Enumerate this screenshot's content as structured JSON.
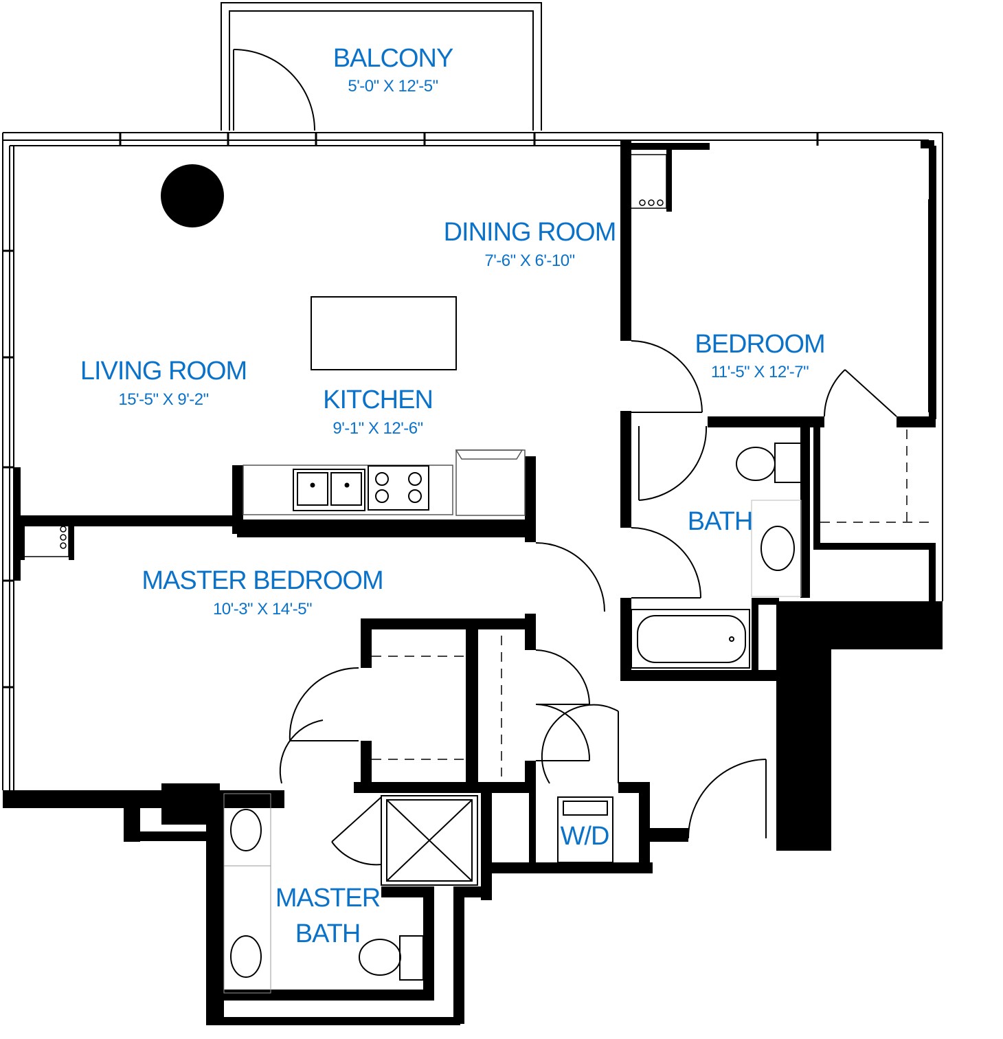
{
  "colors": {
    "wall": "#000000",
    "fixture": "#555555",
    "label": "#0a72c9",
    "background": "#ffffff"
  },
  "rooms": {
    "balcony": {
      "name": "BALCONY",
      "dims": "5'-0\" X 12'-5\""
    },
    "dining_room": {
      "name": "DINING ROOM",
      "dims": "7'-6\" X 6'-10\""
    },
    "bedroom": {
      "name": "BEDROOM",
      "dims": "11'-5\" X 12'-7\""
    },
    "living_room": {
      "name": "LIVING ROOM",
      "dims": "15'-5\" X 9'-2\""
    },
    "kitchen": {
      "name": "KITCHEN",
      "dims": "9'-1\" X 12'-6\""
    },
    "bath": {
      "name": "BATH"
    },
    "master_bedroom": {
      "name": "MASTER BEDROOM",
      "dims": "10'-3\" X 14'-5\""
    },
    "wd": {
      "name": "W/D"
    },
    "master_bath": {
      "name_line1": "MASTER",
      "name_line2": "BATH"
    }
  },
  "icons": [
    "door-swing-icon",
    "toilet-icon",
    "sink-icon",
    "bathtub-icon",
    "shower-icon",
    "stove-icon",
    "kitchen-sink-icon",
    "washer-dryer-icon",
    "column-icon"
  ]
}
